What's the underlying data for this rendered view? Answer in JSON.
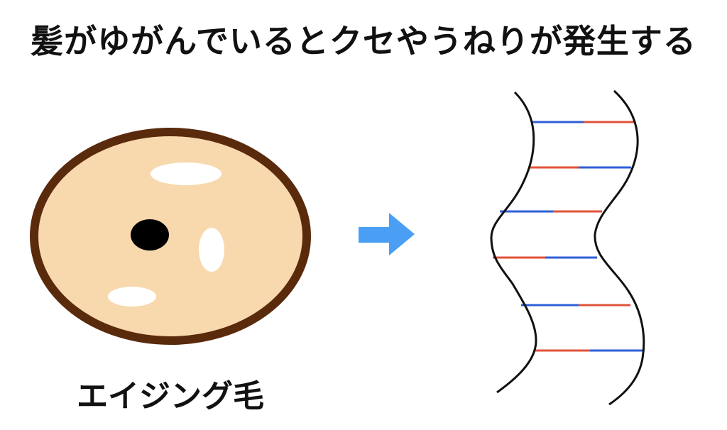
{
  "title": "髪がゆがんでいるとクセやうねりが発生する",
  "caption": "エイジング毛",
  "colors": {
    "cross_section_fill": "#f8d8ad",
    "cross_section_border": "#5a2a0c",
    "arrow": "#4a9ff5",
    "strand_outline": "#111111",
    "link_blue": "#2f5fd6",
    "link_red": "#e0533a"
  },
  "icons": [
    "hair-cross-section",
    "right-arrow-icon",
    "wavy-hair-strand"
  ]
}
